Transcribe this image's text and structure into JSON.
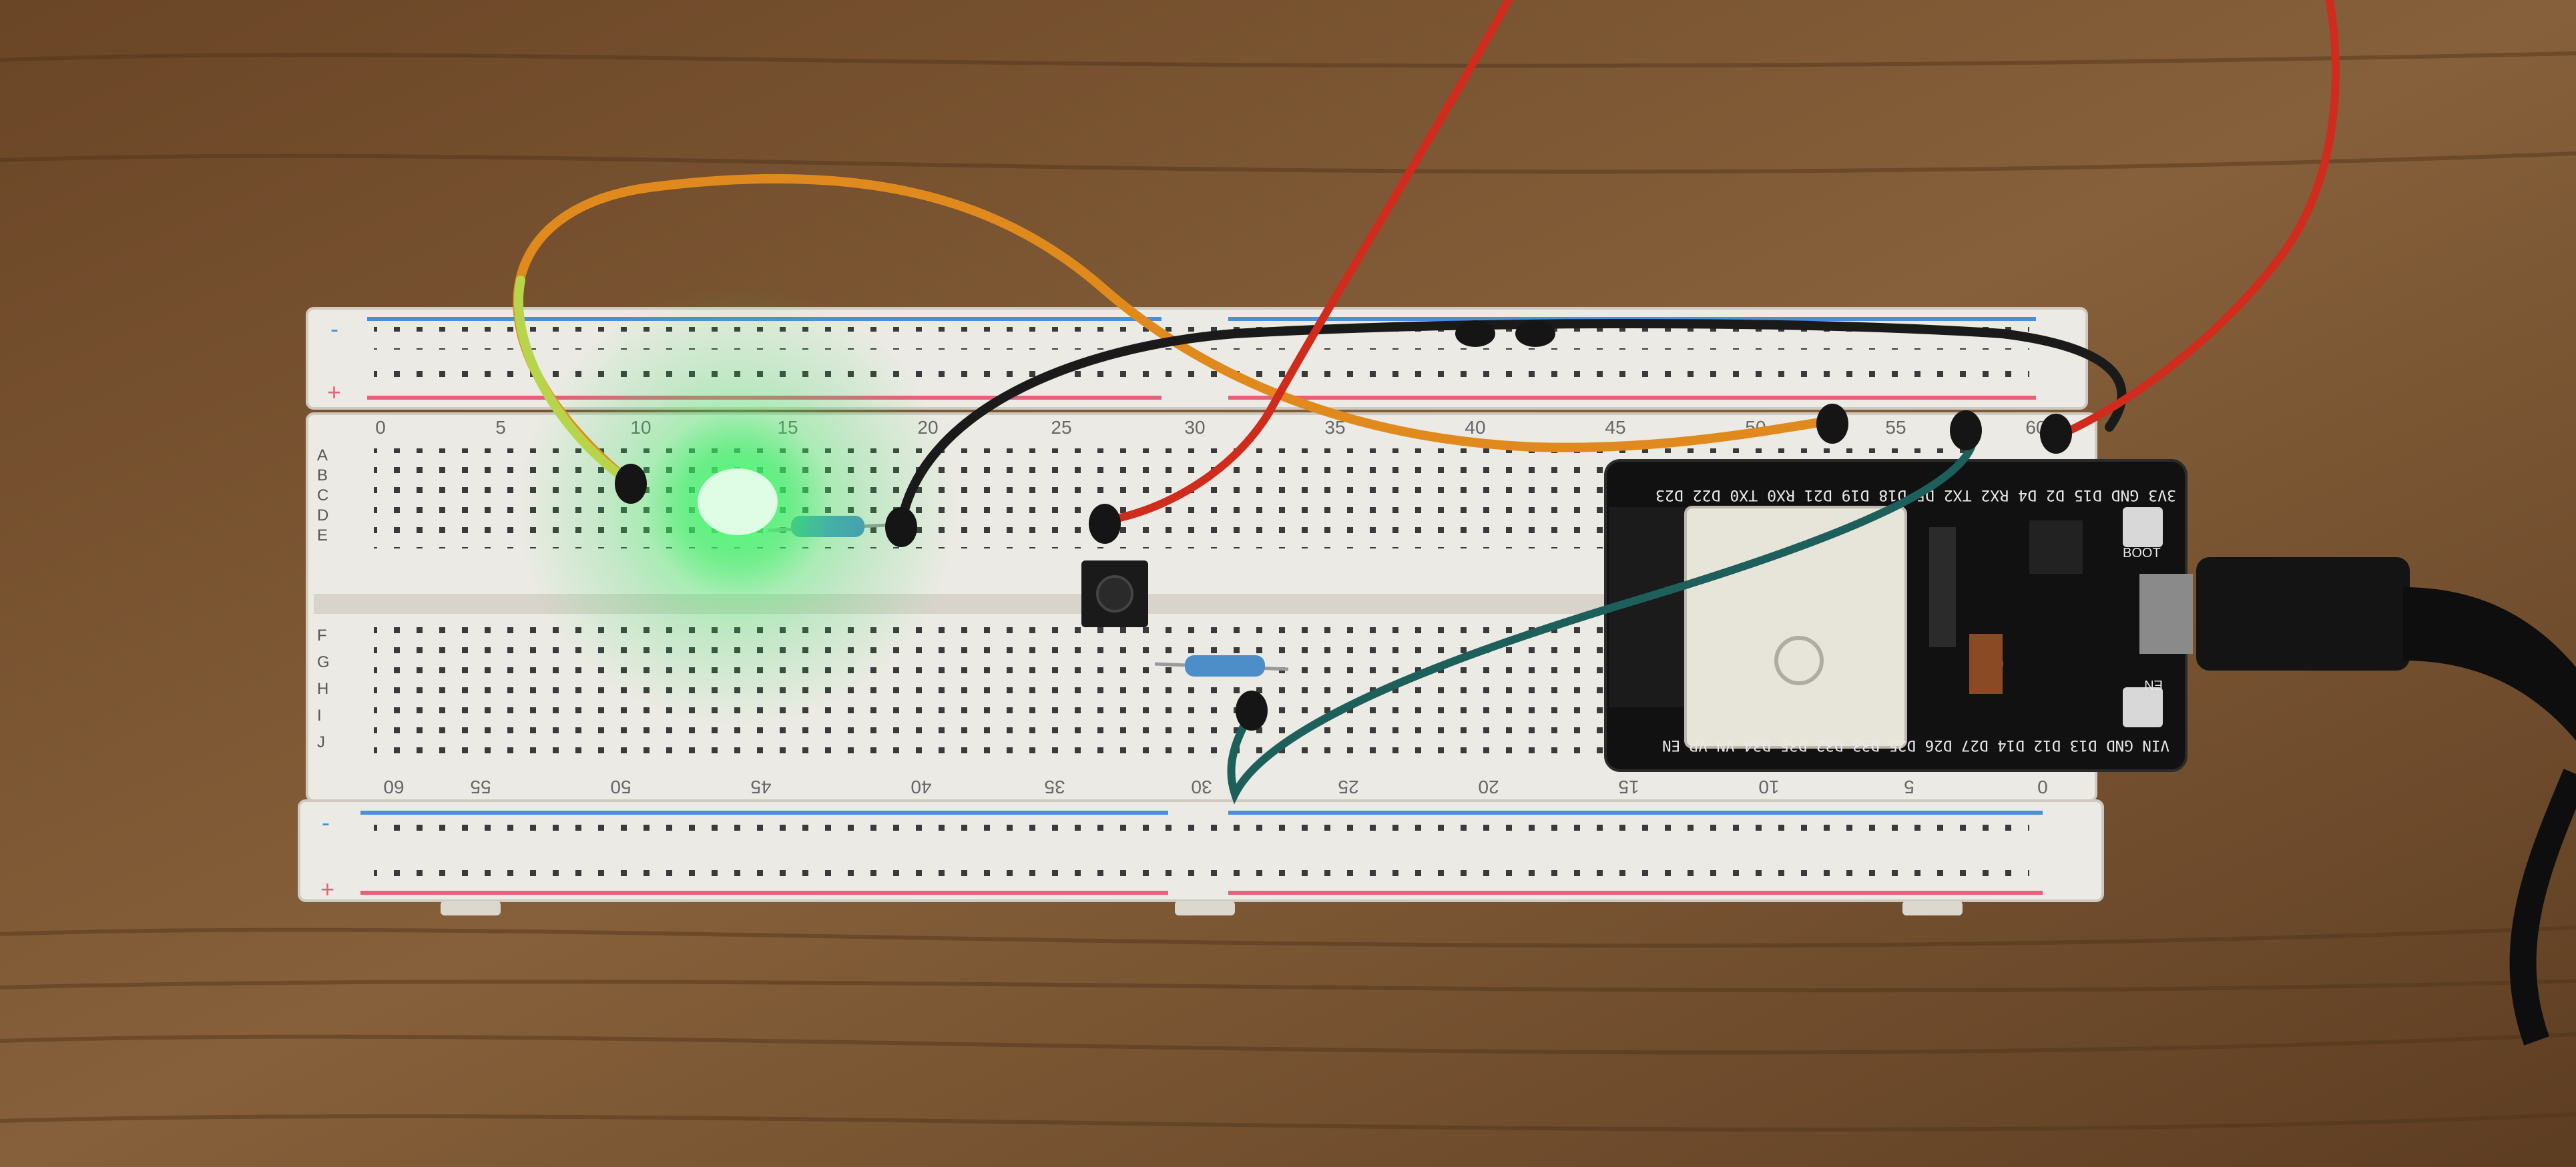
{
  "colors": {
    "wood": "#7a5330",
    "wood_dark": "#5a3a1f",
    "board": "#eceae4",
    "board_shadow": "#cfcac0",
    "rail_red": "#e2627a",
    "rail_blue": "#4b8ed9",
    "led_glow": "#40ff6a",
    "wire_orange": "#e08a1e",
    "wire_red": "#d02b1c",
    "wire_black": "#1a1a1a",
    "wire_teal": "#1d5f5a",
    "esp_board": "#111111",
    "esp_module": "#e7e4da"
  },
  "breadboard": {
    "rail_minus": "-",
    "rail_plus": "+",
    "top_rows": [
      "A",
      "B",
      "C",
      "D",
      "E"
    ],
    "bottom_rows": [
      "F",
      "G",
      "H",
      "I",
      "J"
    ],
    "top_numbers": [
      "0",
      "5",
      "10",
      "15",
      "20",
      "25",
      "30",
      "35",
      "40",
      "45",
      "50",
      "55",
      "60"
    ],
    "bottom_numbers": [
      "60",
      "55",
      "50",
      "45",
      "40",
      "35",
      "30",
      "25",
      "20",
      "15",
      "10",
      "5",
      "0"
    ]
  },
  "esp32": {
    "top_pins": "3V3 GND D15 D2 D4 RX2 TX2 D5 D18 D19 D21 RX0 TX0 D22 D23",
    "bottom_pins": "VIN GND D13 D12 D14 D27 D26 D25 D33 D32 D35 D34 VN VP EN",
    "boot_label": "BOOT",
    "en_label": "EN"
  },
  "icons": {
    "led": "green-led-icon",
    "button": "pushbutton-icon",
    "resistor": "resistor-icon",
    "usb": "usb-cable-icon"
  }
}
